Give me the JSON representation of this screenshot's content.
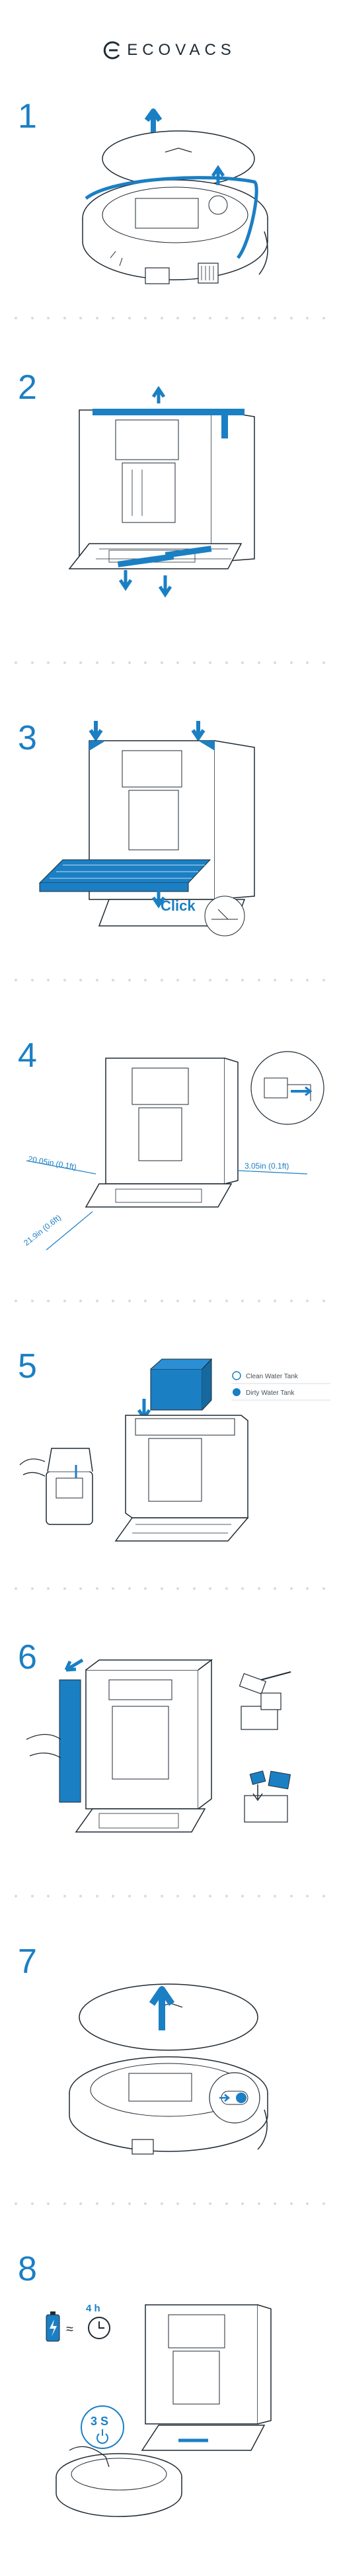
{
  "brand": {
    "logo_text": "ECOVACS"
  },
  "colors": {
    "accent": "#1b7fc4",
    "line": "#1f2a33",
    "divider": "#d7dce1"
  },
  "steps": [
    {
      "number": "1"
    },
    {
      "number": "2"
    },
    {
      "number": "3",
      "click_label": "Click"
    },
    {
      "number": "4",
      "dimensions": {
        "left": "20.05in (0.1ft)",
        "right": "3.05in (0.1ft)",
        "front": "21.9in (0.6ft)"
      }
    },
    {
      "number": "5",
      "legend": {
        "clean": "Clean Water Tank",
        "dirty": "Dirty Water Tank"
      }
    },
    {
      "number": "6"
    },
    {
      "number": "7"
    },
    {
      "number": "8",
      "equals": "≈",
      "duration": "4 h",
      "press_time": "3 S"
    }
  ]
}
